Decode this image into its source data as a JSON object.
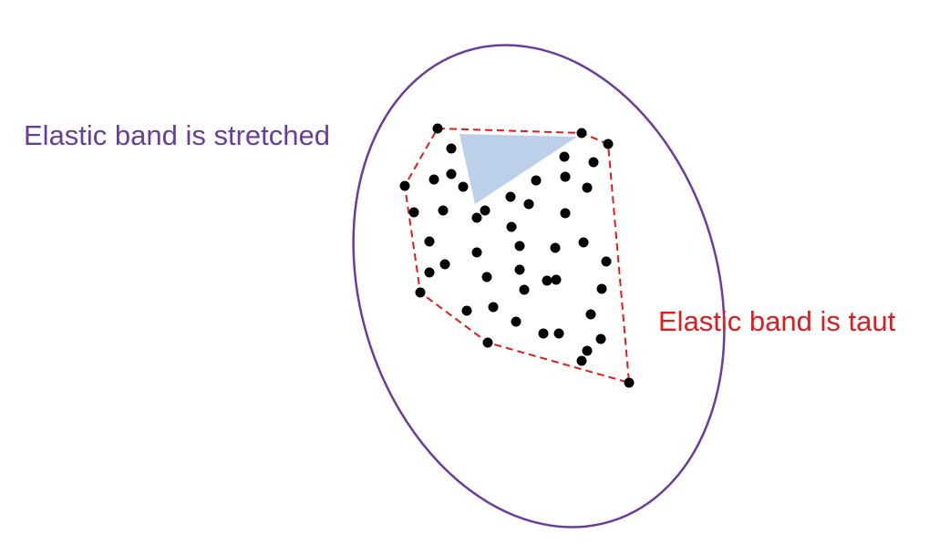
{
  "labels": {
    "stretched": "Elastic band is stretched",
    "taut": "Elastic band is taut"
  },
  "colors": {
    "stretched_band": "#6a3d9a",
    "taut_band": "#e41a1c",
    "points": "#000000",
    "triangle_fill": "#bdd0ea",
    "background": "#ffffff"
  },
  "shapes": {
    "stretched_band": "ellipse",
    "taut_band": "dashed-polygon",
    "highlighted_region": "triangle"
  }
}
